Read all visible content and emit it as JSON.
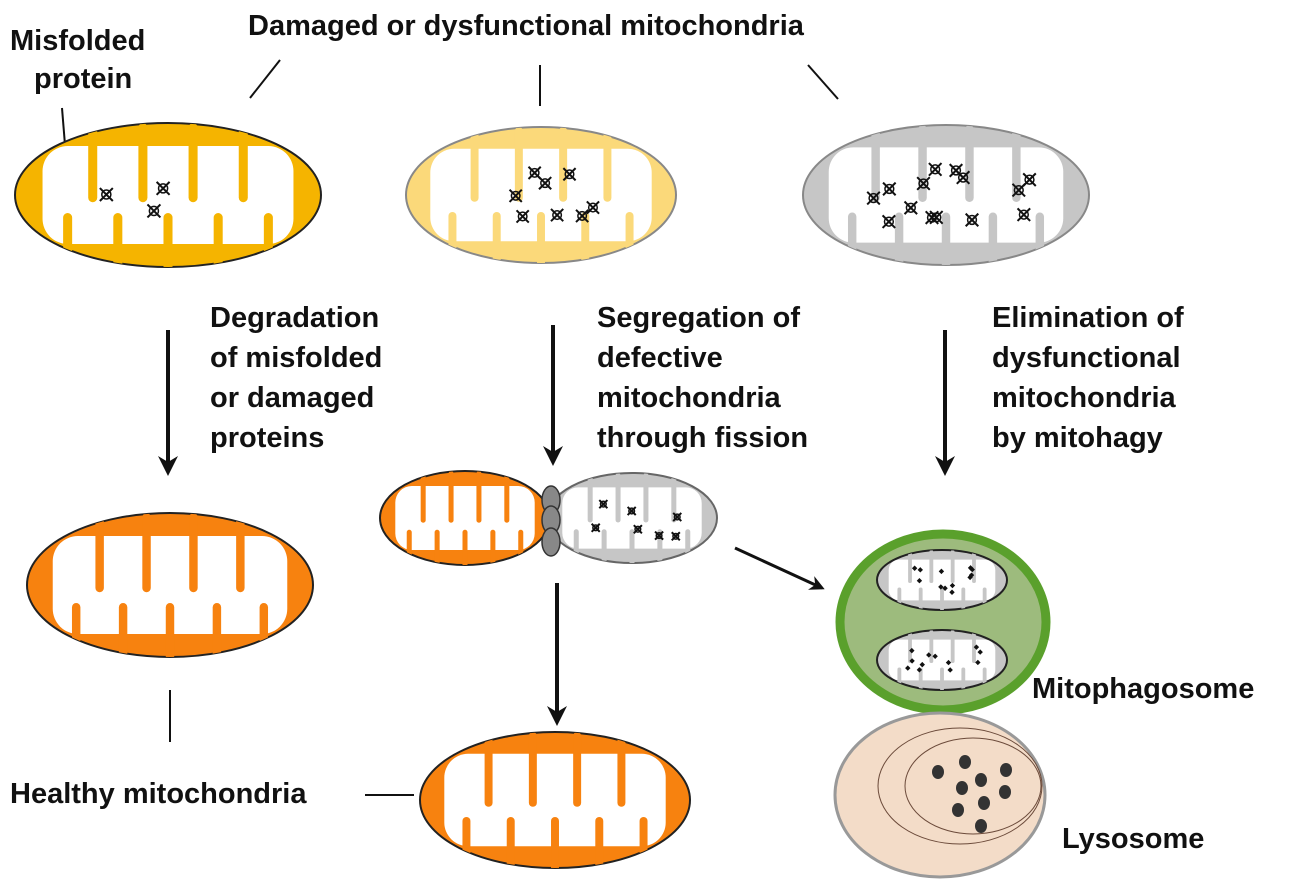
{
  "title": "Damaged or dysfunctional mitochondria",
  "misfolded_protein": [
    "Misfolded",
    "protein"
  ],
  "pathways": [
    {
      "lines": [
        "Degradation",
        "of misfolded",
        "or damaged",
        "proteins"
      ]
    },
    {
      "lines": [
        "Segregation of",
        "defective",
        "mitochondria",
        "through fission"
      ]
    },
    {
      "lines": [
        "Elimination of",
        "dysfunctional",
        "mitochondria",
        "by mitohagy"
      ]
    }
  ],
  "healthy_label": "Healthy mitochondria",
  "mitophagosome_label": "Mitophagosome",
  "lysosome_label": "Lysosome",
  "colors": {
    "golden": "#f5b400",
    "light_yellow": "#fbd97a",
    "gray": "#c6c6c6",
    "orange": "#f7820f",
    "green_border": "#5aa02c",
    "green_fill": "#9dbb7d",
    "lysosome_fill": "#f3dcc8"
  }
}
